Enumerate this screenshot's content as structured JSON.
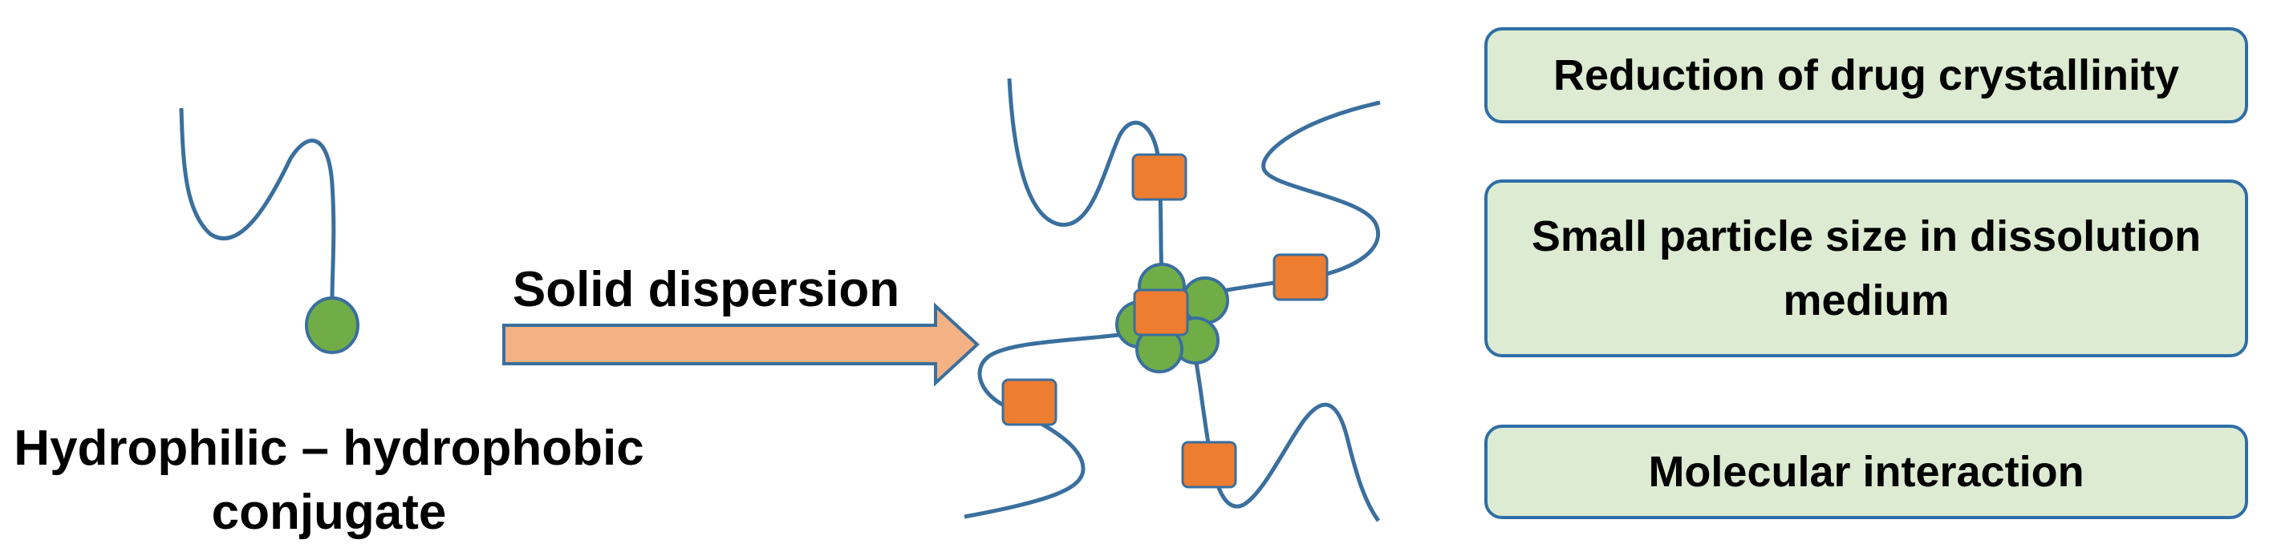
{
  "conjugate": {
    "label_line1": "Hydrophilic – hydrophobic",
    "label_line2": "conjugate"
  },
  "process": {
    "arrow_label": "Solid dispersion"
  },
  "effects": [
    "Reduction of drug crystallinity",
    "Small particle size in dissolution medium",
    "Molecular interaction"
  ],
  "colors": {
    "chain": "#3a6f9e",
    "hydrophobic_bead": "#70ad47",
    "drug_square": "#ed7d31",
    "arrow_fill": "#f4b183",
    "box_fill": "#dcebd2",
    "box_border": "#2f6ea6"
  }
}
